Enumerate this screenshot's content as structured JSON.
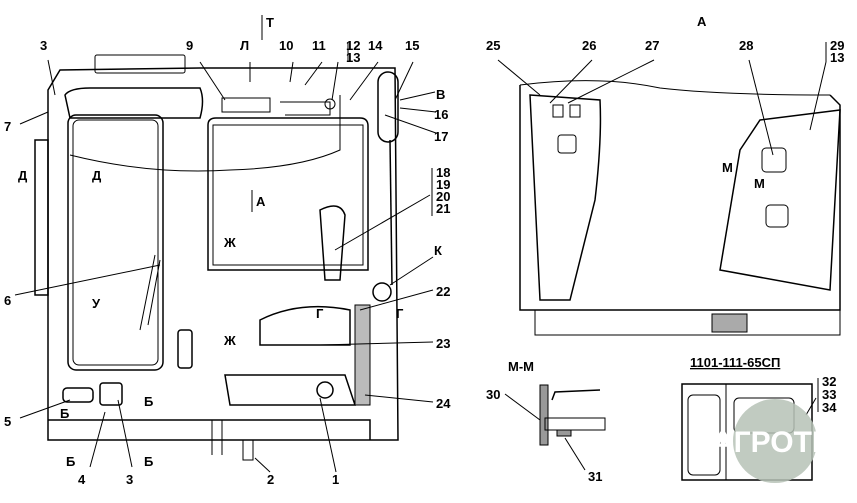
{
  "main_view": {
    "labels": {
      "t": "Т",
      "l": "Л",
      "v": "В",
      "a": "А",
      "k": "К",
      "u": "У",
      "d1": "Д",
      "d2": "Д",
      "zh1": "Ж",
      "zh2": "Ж",
      "g1": "Г",
      "g2": "Г",
      "b1": "Б",
      "b2": "Б",
      "b3": "Б",
      "b4": "Б",
      "n1": "1",
      "n2": "2",
      "n3a": "3",
      "n3b": "3",
      "n4": "4",
      "n5": "5",
      "n6": "6",
      "n7": "7",
      "n9": "9",
      "n10": "10",
      "n11": "11",
      "n12": "12",
      "n13": "13",
      "n14": "14",
      "n15": "15",
      "n16": "16",
      "n17": "17",
      "n18": "18",
      "n19": "19",
      "n20": "20",
      "n21": "21",
      "n22": "22",
      "n23": "23",
      "n24": "24"
    }
  },
  "view_a": {
    "title": "А",
    "labels": {
      "n25": "25",
      "n26": "26",
      "n27": "27",
      "n28": "28",
      "n29": "29",
      "n13": "13",
      "m1": "М",
      "m2": "М"
    }
  },
  "section_mm": {
    "title": "М-М",
    "labels": {
      "n30": "30",
      "n31": "31"
    }
  },
  "kit": {
    "title": "1101-111-65СП",
    "labels": {
      "n32": "32",
      "n33": "33",
      "n34": "34"
    }
  },
  "watermark": "АГРОТКА"
}
